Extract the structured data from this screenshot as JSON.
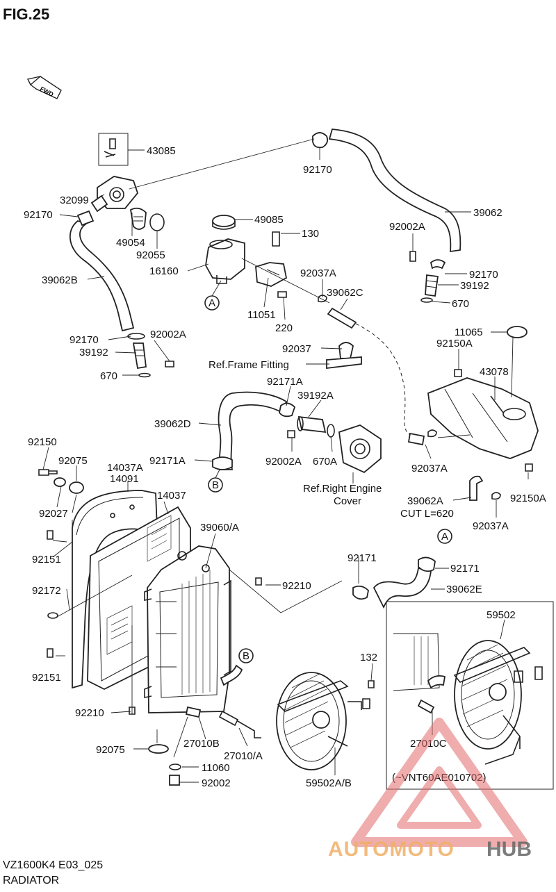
{
  "header": {
    "fig_label": "FIG.25",
    "fwd_label": "FWD"
  },
  "callouts": {
    "p43085": "43085",
    "p32099": "32099",
    "p92170_a": "92170",
    "p92170_b": "92170",
    "p92170_c": "92170",
    "p92170_d": "92170",
    "p49054": "49054",
    "p92055": "92055",
    "p16160": "16160",
    "p49085": "49085",
    "p130": "130",
    "p39062": "39062",
    "p39062B": "39062B",
    "p92002A_a": "92002A",
    "p92002A_b": "92002A",
    "p92002A_c": "92002A",
    "p39192_a": "39192",
    "p39192_b": "39192",
    "p670_a": "670",
    "p670_b": "670",
    "p92037A_a": "92037A",
    "p92037A_b": "92037A",
    "p92037A_c": "92037A",
    "p39062C": "39062C",
    "p11051": "11051",
    "p220": "220",
    "p92037": "92037",
    "ref_frame": "Ref.Frame Fitting",
    "p11065": "11065",
    "p92150A_a": "92150A",
    "p92150A_b": "92150A",
    "p43078": "43078",
    "p92171A_a": "92171A",
    "p92171A_b": "92171A",
    "p39192A": "39192A",
    "p39062D": "39062D",
    "p670A": "670A",
    "ref_engine_1": "Ref.Right Engine",
    "ref_engine_2": "Cover",
    "p39062A": "39062A",
    "cut_note": "CUT L=620",
    "p92150": "92150",
    "p92075_a": "92075",
    "p92075_b": "92075",
    "p14037A": "14037A",
    "p14091": "14091",
    "p14037": "14037",
    "p92027": "92027",
    "p92151_a": "92151",
    "p92151_b": "92151",
    "p39060A": "39060/A",
    "p92171_a": "92171",
    "p92171_b": "92171",
    "p92210_a": "92210",
    "p92210_b": "92210",
    "p39062E": "39062E",
    "p92172": "92172",
    "p59502": "59502",
    "p132": "132",
    "p27010C": "27010C",
    "vnt_note": "(~VNT60AE010702)",
    "p27010B": "27010B",
    "p27010A": "27010/A",
    "p11060": "11060",
    "p92002": "92002",
    "p59502AB": "59502A/B",
    "ref_A1": "A",
    "ref_A2": "A",
    "ref_B1": "B",
    "ref_B2": "B"
  },
  "footer": {
    "model_code": "VZ1600K4 E03_025",
    "section_name": "RADIATOR"
  },
  "watermark": {
    "text_orange": "AUTOMOTO",
    "text_gray": "HUB",
    "color_orange": "#f0b067",
    "color_red": "#e36b6b"
  }
}
